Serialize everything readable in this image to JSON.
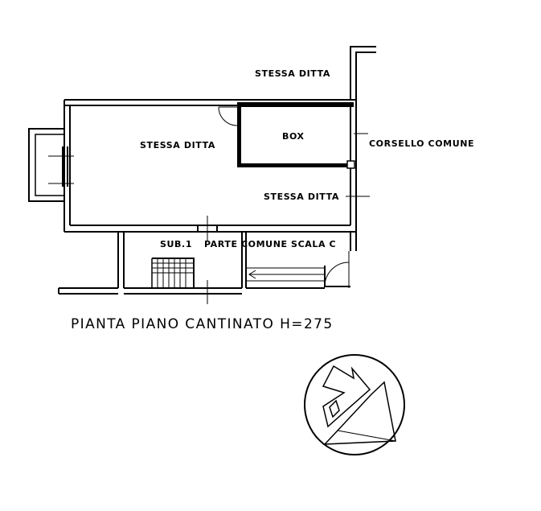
{
  "labels": {
    "stessa_ditta_top": "STESSA DITTA",
    "stessa_ditta_left": "STESSA DITTA",
    "stessa_ditta_right": "STESSA DITTA",
    "box": "BOX",
    "corsello_comune": "CORSELLO COMUNE",
    "sub1": "SUB.1",
    "parte_comune": "PARTE COMUNE SCALA C"
  },
  "title": "PIANTA PIANO CANTINATO H=275"
}
